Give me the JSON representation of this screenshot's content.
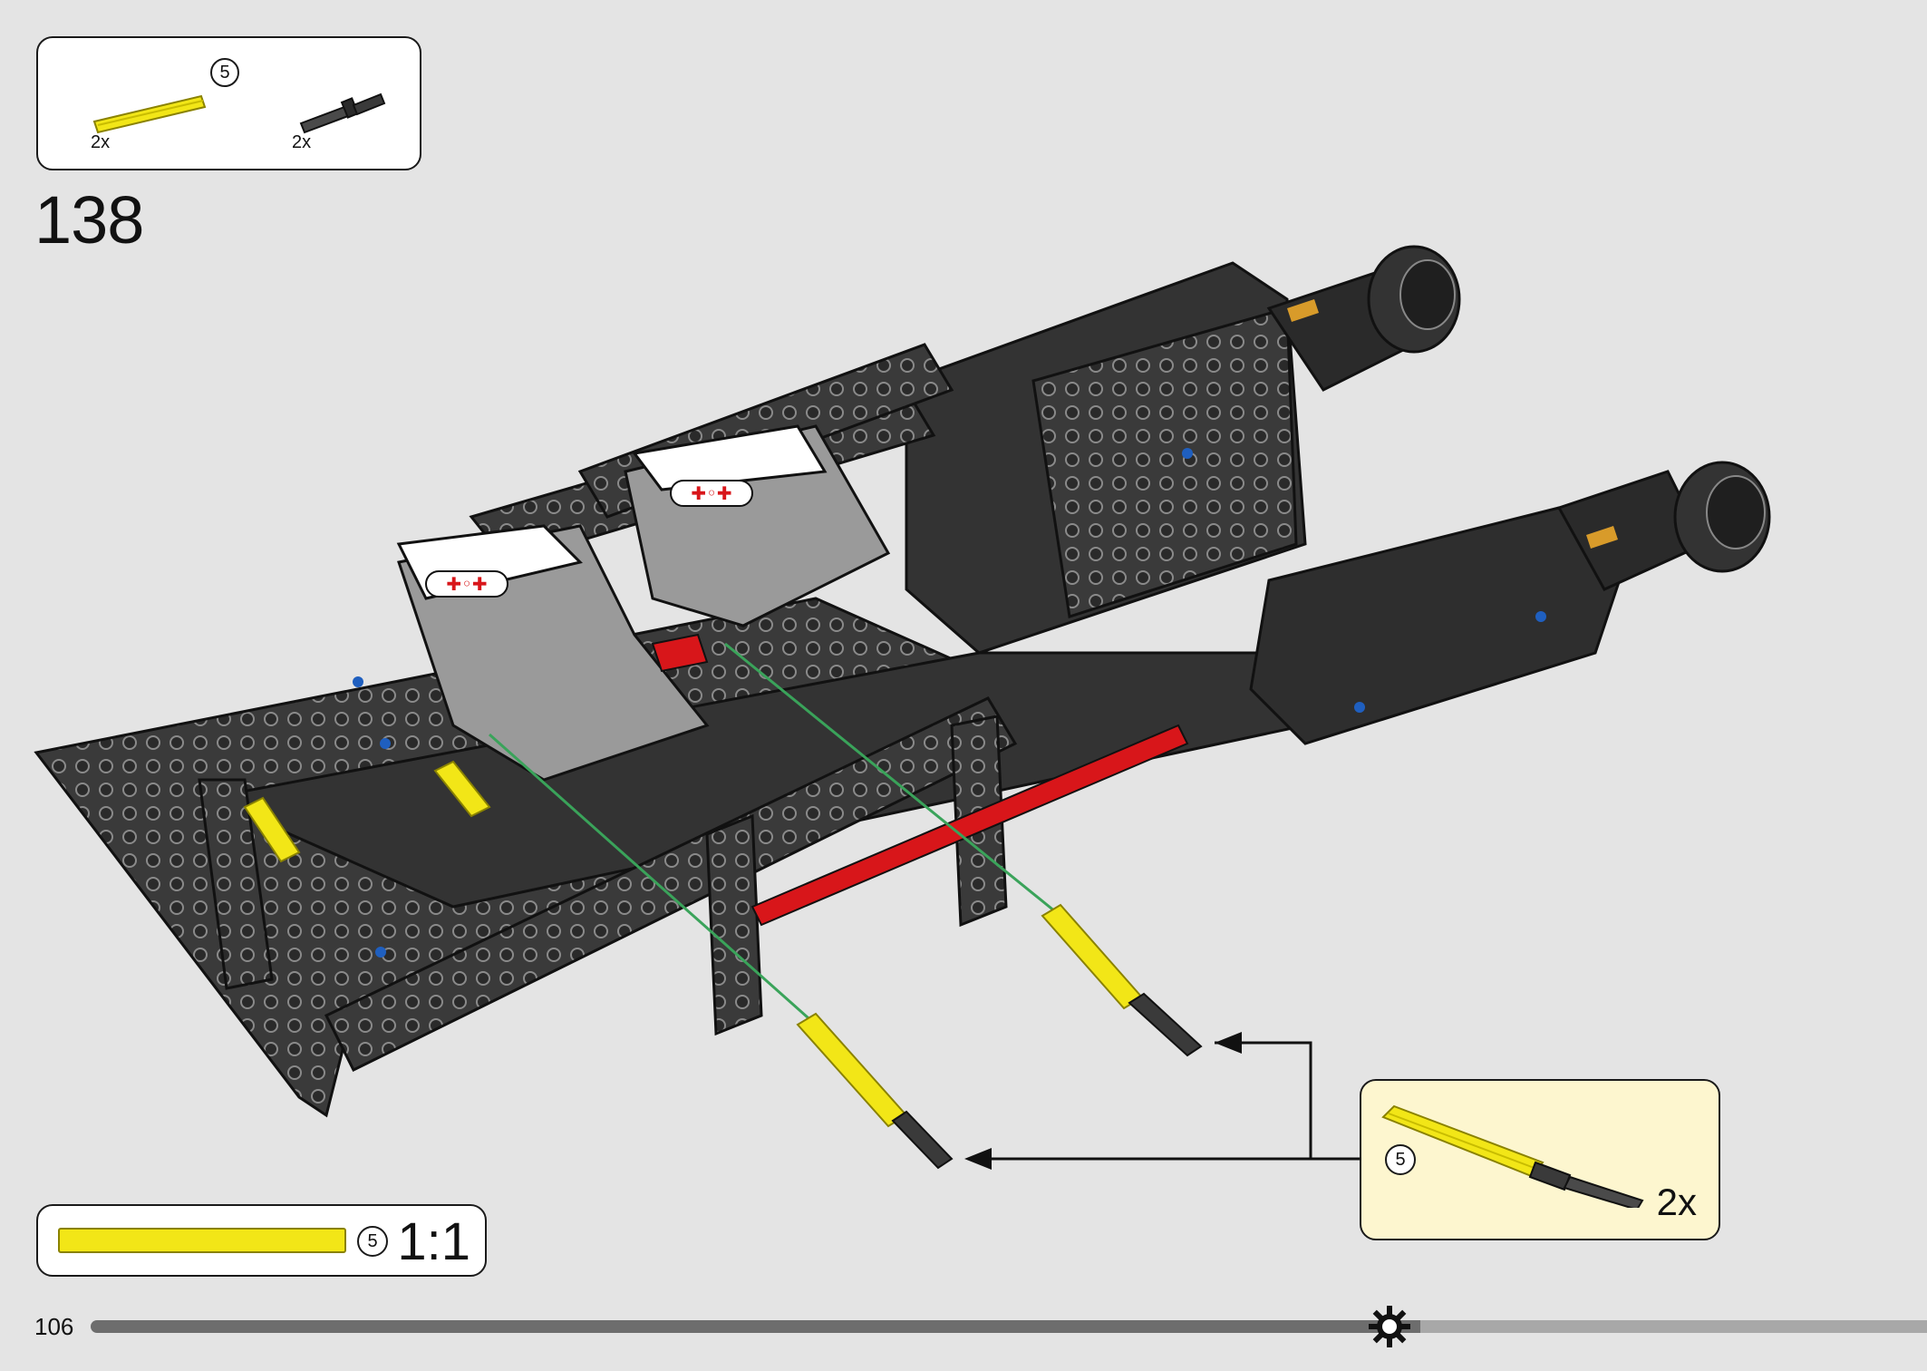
{
  "parts_list": [
    {
      "name": "yellow-axle-5",
      "quantity": "2x",
      "length": "5",
      "color": "#f2e617"
    },
    {
      "name": "dark-gray-axle-pin",
      "quantity": "2x",
      "color": "#3a3a3a"
    }
  ],
  "step": {
    "number": "138"
  },
  "scale_reference": {
    "length": "5",
    "ratio": "1:1",
    "color": "#f2e617"
  },
  "callout": {
    "length": "5",
    "quantity": "2x",
    "background": "#fdf6cf"
  },
  "footer": {
    "page_number": "106",
    "progress": 0.724
  },
  "colors": {
    "frame": "#2f2f2f",
    "frame_edge": "#9a9a9a",
    "accent_red": "#d8161a",
    "guide_green": "#3aa35a",
    "pin_blue": "#1f5fbf"
  }
}
